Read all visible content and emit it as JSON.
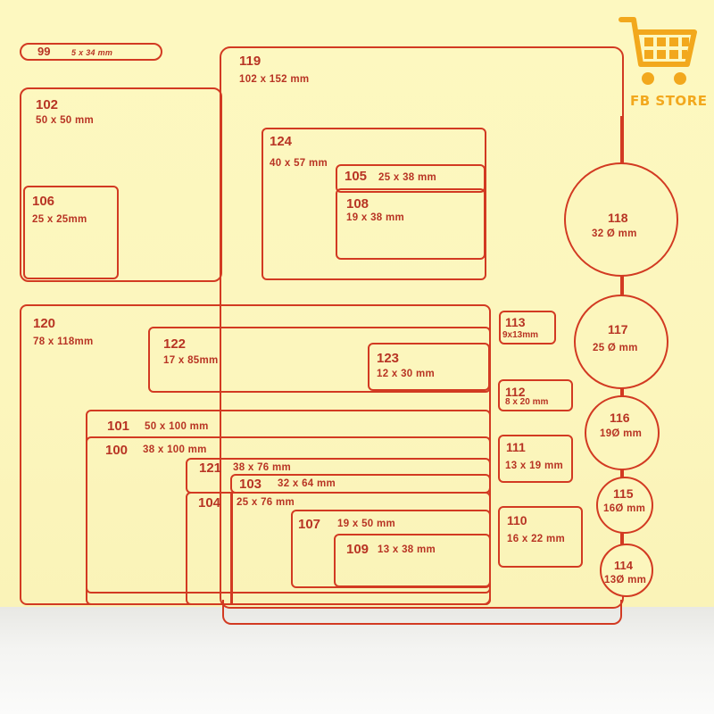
{
  "store": {
    "name": "FB STORE",
    "icon": "shopping-cart-icon",
    "brand_color": "#f2a81d"
  },
  "accent_color": "#d23a22",
  "templates": [
    {
      "id": "99",
      "size": "5 x 34 mm"
    },
    {
      "id": "102",
      "size": "50 x 50 mm"
    },
    {
      "id": "106",
      "size": "25  x 25mm"
    },
    {
      "id": "119",
      "size": "102  x 152 mm"
    },
    {
      "id": "124",
      "size": "40 x 57 mm"
    },
    {
      "id": "105",
      "size": "25  x 38 mm"
    },
    {
      "id": "108",
      "size": "19  x 38 mm"
    },
    {
      "id": "118",
      "size": "32 Ø mm"
    },
    {
      "id": "120",
      "size": "78 x 118mm"
    },
    {
      "id": "122",
      "size": "17  x 85mm"
    },
    {
      "id": "123",
      "size": "12 x 30 mm"
    },
    {
      "id": "113",
      "size": "9x13mm"
    },
    {
      "id": "117",
      "size": "25 Ø mm"
    },
    {
      "id": "112",
      "size": "8 x  20 mm"
    },
    {
      "id": "101",
      "size": "50 x 100 mm"
    },
    {
      "id": "100",
      "size": "38 x 100 mm"
    },
    {
      "id": "116",
      "size": "19Ø mm"
    },
    {
      "id": "111",
      "size": "13 x 19 mm"
    },
    {
      "id": "121",
      "size": "38 x 76 mm"
    },
    {
      "id": "103",
      "size": "32 x 64 mm"
    },
    {
      "id": "104",
      "size": "25 x 76 mm"
    },
    {
      "id": "115",
      "size": "16Ø mm"
    },
    {
      "id": "107",
      "size": "19 x 50 mm"
    },
    {
      "id": "110",
      "size": "16 x 22 mm"
    },
    {
      "id": "109",
      "size": "13 x 38 mm"
    },
    {
      "id": "114",
      "size": "13Ø mm"
    }
  ]
}
